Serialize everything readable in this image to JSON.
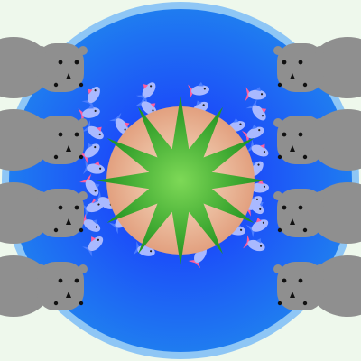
{
  "game": {
    "background_color": "#eef8ec",
    "pond": {
      "outer_ring_color": "#8ec6f5",
      "water_edge_color": "#1f7cf0",
      "water_center_color": "#1a2cff"
    },
    "island": {
      "inner_color": "#f7e1c7",
      "outer_color": "#e2a07f"
    },
    "star_plant": {
      "points": 12,
      "light_color": "#7ed957",
      "dark_color": "#1e8f1e"
    },
    "hippo_color": "#8f8f8f",
    "fish_colors": {
      "body": "#a9b9ff",
      "fin_pink": "#ff5f9e",
      "fin_blue": "#4a7dff"
    },
    "hippo_count": 8,
    "fish_count": 32
  }
}
